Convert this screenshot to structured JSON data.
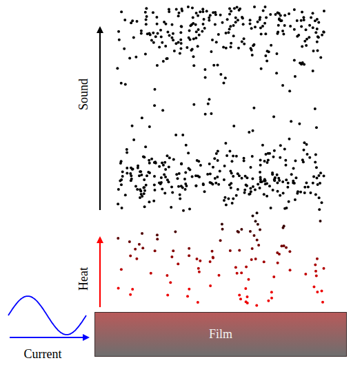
{
  "diagram": {
    "nodes": [
      {
        "text": [
          "Film"
        ]
      }
    ],
    "labels": [
      "Sound",
      "Heat",
      "Current"
    ]
  }
}
